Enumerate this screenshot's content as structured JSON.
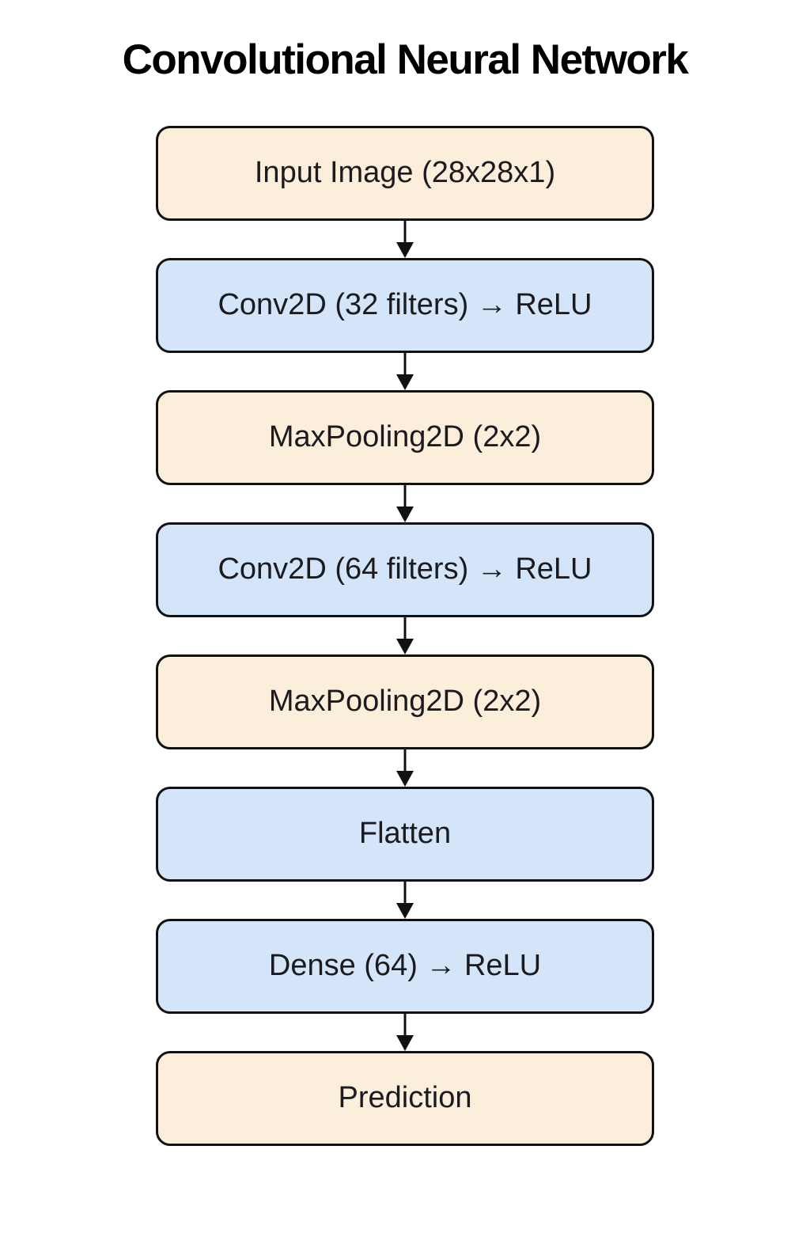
{
  "title": "Convolutional Neural Network",
  "colors": {
    "cream_fill": "#FBEEDB",
    "blue_fill": "#D4E5F9",
    "border": "#111111",
    "text": "#1B1B1F",
    "background": "#FFFFFF"
  },
  "layers": [
    {
      "label": "Input Image (28x28x1)",
      "fill": "cream"
    },
    {
      "label": "Conv2D (32 filters) → ReLU",
      "fill": "blue"
    },
    {
      "label": "MaxPooling2D (2x2)",
      "fill": "cream"
    },
    {
      "label": "Conv2D (64 filters) → ReLU",
      "fill": "blue"
    },
    {
      "label": "MaxPooling2D (2x2)",
      "fill": "cream"
    },
    {
      "label": "Flatten",
      "fill": "blue"
    },
    {
      "label": "Dense (64) → ReLU",
      "fill": "blue"
    },
    {
      "label": "Prediction",
      "fill": "cream"
    }
  ]
}
